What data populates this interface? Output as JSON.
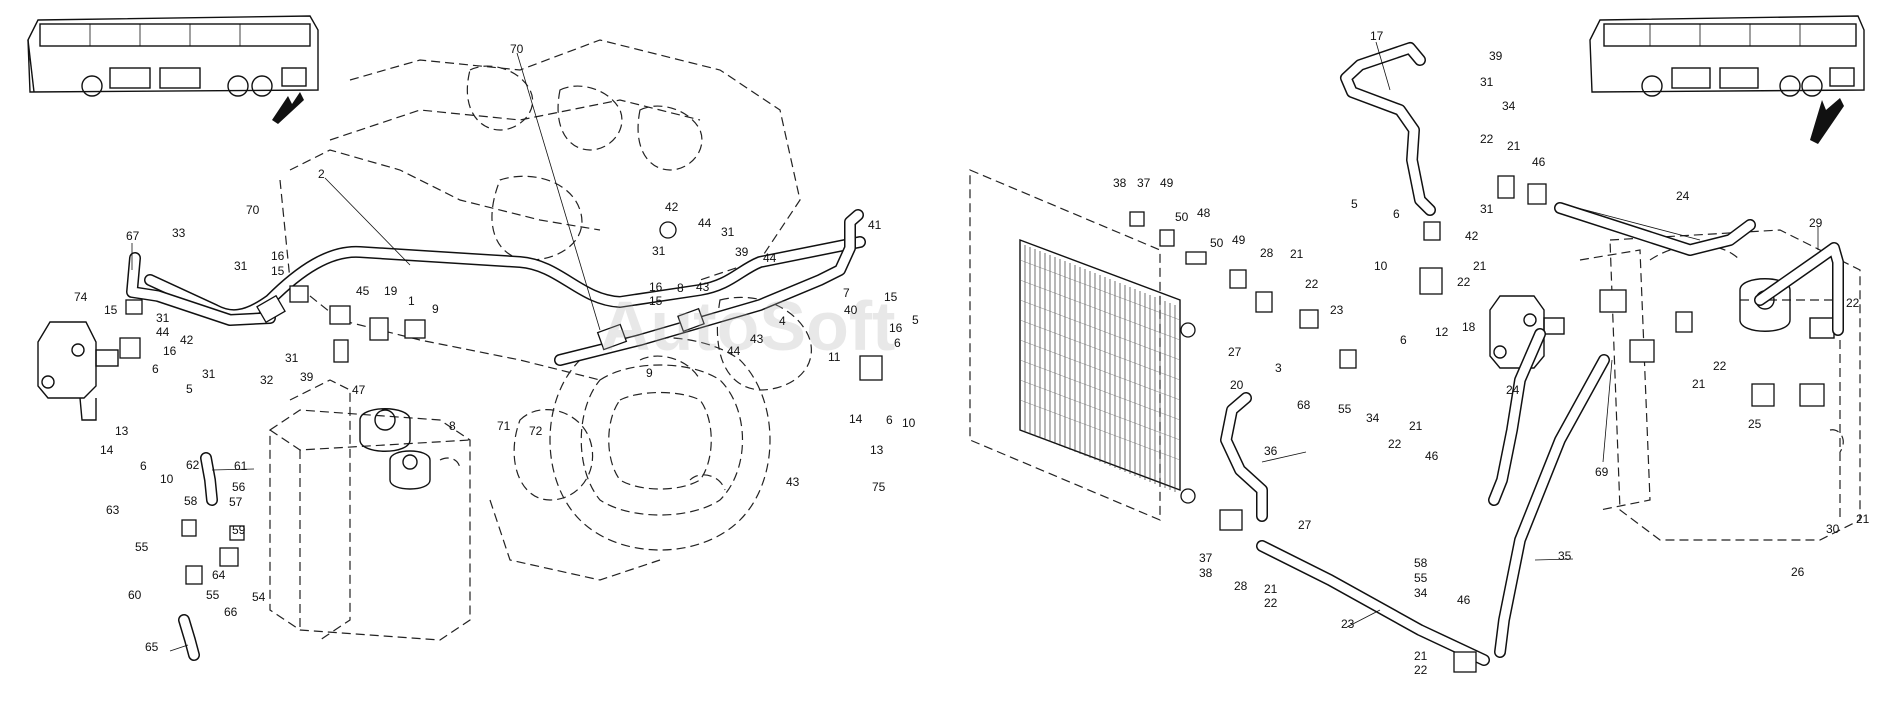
{
  "watermark": "AutoSoft",
  "callouts": [
    {
      "id": "c-70a",
      "text": "70"
    },
    {
      "id": "c-2",
      "text": "2"
    },
    {
      "id": "c-67",
      "text": "67"
    },
    {
      "id": "c-33",
      "text": "33"
    },
    {
      "id": "c-74",
      "text": "74"
    },
    {
      "id": "c-15a",
      "text": "15"
    },
    {
      "id": "c-31a",
      "text": "31"
    },
    {
      "id": "c-44a",
      "text": "44"
    },
    {
      "id": "c-16a",
      "text": "16"
    },
    {
      "id": "c-42a",
      "text": "42"
    },
    {
      "id": "c-31b",
      "text": "31"
    },
    {
      "id": "c-5a",
      "text": "5"
    },
    {
      "id": "c-6a",
      "text": "6"
    },
    {
      "id": "c-13a",
      "text": "13"
    },
    {
      "id": "c-14a",
      "text": "14"
    },
    {
      "id": "c-6b",
      "text": "6"
    },
    {
      "id": "c-10a",
      "text": "10"
    },
    {
      "id": "c-70b",
      "text": "70"
    },
    {
      "id": "c-31c",
      "text": "31"
    },
    {
      "id": "c-16b",
      "text": "16"
    },
    {
      "id": "c-15b",
      "text": "15"
    },
    {
      "id": "c-31d",
      "text": "31"
    },
    {
      "id": "c-32",
      "text": "32"
    },
    {
      "id": "c-39a",
      "text": "39"
    },
    {
      "id": "c-45",
      "text": "45"
    },
    {
      "id": "c-19",
      "text": "19"
    },
    {
      "id": "c-1",
      "text": "1"
    },
    {
      "id": "c-9a",
      "text": "9"
    },
    {
      "id": "c-47",
      "text": "47"
    },
    {
      "id": "c-8a",
      "text": "8"
    },
    {
      "id": "c-71",
      "text": "71"
    },
    {
      "id": "c-72",
      "text": "72"
    },
    {
      "id": "c-42b",
      "text": "42"
    },
    {
      "id": "c-44b",
      "text": "44"
    },
    {
      "id": "c-31e",
      "text": "31"
    },
    {
      "id": "c-31f",
      "text": "31"
    },
    {
      "id": "c-39b",
      "text": "39"
    },
    {
      "id": "c-44c",
      "text": "44"
    },
    {
      "id": "c-16c",
      "text": "16"
    },
    {
      "id": "c-15c",
      "text": "15"
    },
    {
      "id": "c-8b",
      "text": "8"
    },
    {
      "id": "c-43a",
      "text": "43"
    },
    {
      "id": "c-9b",
      "text": "9"
    },
    {
      "id": "c-44d",
      "text": "44"
    },
    {
      "id": "c-43b",
      "text": "43"
    },
    {
      "id": "c-41",
      "text": "41"
    },
    {
      "id": "c-7",
      "text": "7"
    },
    {
      "id": "c-40",
      "text": "40"
    },
    {
      "id": "c-4",
      "text": "4"
    },
    {
      "id": "c-11",
      "text": "11"
    },
    {
      "id": "c-15d",
      "text": "15"
    },
    {
      "id": "c-16d",
      "text": "16"
    },
    {
      "id": "c-5b",
      "text": "5"
    },
    {
      "id": "c-6c",
      "text": "6"
    },
    {
      "id": "c-14b",
      "text": "14"
    },
    {
      "id": "c-6d",
      "text": "6"
    },
    {
      "id": "c-10b",
      "text": "10"
    },
    {
      "id": "c-13b",
      "text": "13"
    },
    {
      "id": "c-75",
      "text": "75"
    },
    {
      "id": "c-43c",
      "text": "43"
    },
    {
      "id": "c-61",
      "text": "61"
    },
    {
      "id": "c-62",
      "text": "62"
    },
    {
      "id": "c-56",
      "text": "56"
    },
    {
      "id": "c-57",
      "text": "57"
    },
    {
      "id": "c-63",
      "text": "63"
    },
    {
      "id": "c-58a",
      "text": "58"
    },
    {
      "id": "c-59",
      "text": "59"
    },
    {
      "id": "c-55a",
      "text": "55"
    },
    {
      "id": "c-64",
      "text": "64"
    },
    {
      "id": "c-54",
      "text": "54"
    },
    {
      "id": "c-60",
      "text": "60"
    },
    {
      "id": "c-55b",
      "text": "55"
    },
    {
      "id": "c-66",
      "text": "66"
    },
    {
      "id": "c-65",
      "text": "65"
    },
    {
      "id": "c-38a",
      "text": "38"
    },
    {
      "id": "c-37a",
      "text": "37"
    },
    {
      "id": "c-49a",
      "text": "49"
    },
    {
      "id": "c-50a",
      "text": "50"
    },
    {
      "id": "c-48",
      "text": "48"
    },
    {
      "id": "c-50b",
      "text": "50"
    },
    {
      "id": "c-49b",
      "text": "49"
    },
    {
      "id": "c-28a",
      "text": "28"
    },
    {
      "id": "c-21a",
      "text": "21"
    },
    {
      "id": "c-22a",
      "text": "22"
    },
    {
      "id": "c-23a",
      "text": "23"
    },
    {
      "id": "c-27a",
      "text": "27"
    },
    {
      "id": "c-3",
      "text": "3"
    },
    {
      "id": "c-20",
      "text": "20"
    },
    {
      "id": "c-68",
      "text": "68"
    },
    {
      "id": "c-55c",
      "text": "55"
    },
    {
      "id": "c-34a",
      "text": "34"
    },
    {
      "id": "c-22b",
      "text": "22"
    },
    {
      "id": "c-21b",
      "text": "21"
    },
    {
      "id": "c-46a",
      "text": "46"
    },
    {
      "id": "c-36",
      "text": "36"
    },
    {
      "id": "c-27b",
      "text": "27"
    },
    {
      "id": "c-37b",
      "text": "37"
    },
    {
      "id": "c-38b",
      "text": "38"
    },
    {
      "id": "c-28b",
      "text": "28"
    },
    {
      "id": "c-21c",
      "text": "21"
    },
    {
      "id": "c-22c",
      "text": "22"
    },
    {
      "id": "c-23b",
      "text": "23"
    },
    {
      "id": "c-17",
      "text": "17"
    },
    {
      "id": "c-39c",
      "text": "39"
    },
    {
      "id": "c-31g",
      "text": "31"
    },
    {
      "id": "c-34b",
      "text": "34"
    },
    {
      "id": "c-22d",
      "text": "22"
    },
    {
      "id": "c-21d",
      "text": "21"
    },
    {
      "id": "c-46b",
      "text": "46"
    },
    {
      "id": "c-42c",
      "text": "42"
    },
    {
      "id": "c-31h",
      "text": "31"
    },
    {
      "id": "c-21e",
      "text": "21"
    },
    {
      "id": "c-22e",
      "text": "22"
    },
    {
      "id": "c-5c",
      "text": "5"
    },
    {
      "id": "c-6e",
      "text": "6"
    },
    {
      "id": "c-10c",
      "text": "10"
    },
    {
      "id": "c-6f",
      "text": "6"
    },
    {
      "id": "c-12",
      "text": "12"
    },
    {
      "id": "c-18",
      "text": "18"
    },
    {
      "id": "c-24a",
      "text": "24"
    },
    {
      "id": "c-24b",
      "text": "24"
    },
    {
      "id": "c-29",
      "text": "29"
    },
    {
      "id": "c-22f",
      "text": "22"
    },
    {
      "id": "c-22g",
      "text": "22"
    },
    {
      "id": "c-21f",
      "text": "21"
    },
    {
      "id": "c-69",
      "text": "69"
    },
    {
      "id": "c-25",
      "text": "25"
    },
    {
      "id": "c-21g",
      "text": "21"
    },
    {
      "id": "c-30",
      "text": "30"
    },
    {
      "id": "c-26",
      "text": "26"
    },
    {
      "id": "c-35",
      "text": "35"
    },
    {
      "id": "c-58b",
      "text": "58"
    },
    {
      "id": "c-55d",
      "text": "55"
    },
    {
      "id": "c-34c",
      "text": "34"
    },
    {
      "id": "c-46c",
      "text": "46"
    },
    {
      "id": "c-21h",
      "text": "21"
    },
    {
      "id": "c-22h",
      "text": "22"
    }
  ]
}
